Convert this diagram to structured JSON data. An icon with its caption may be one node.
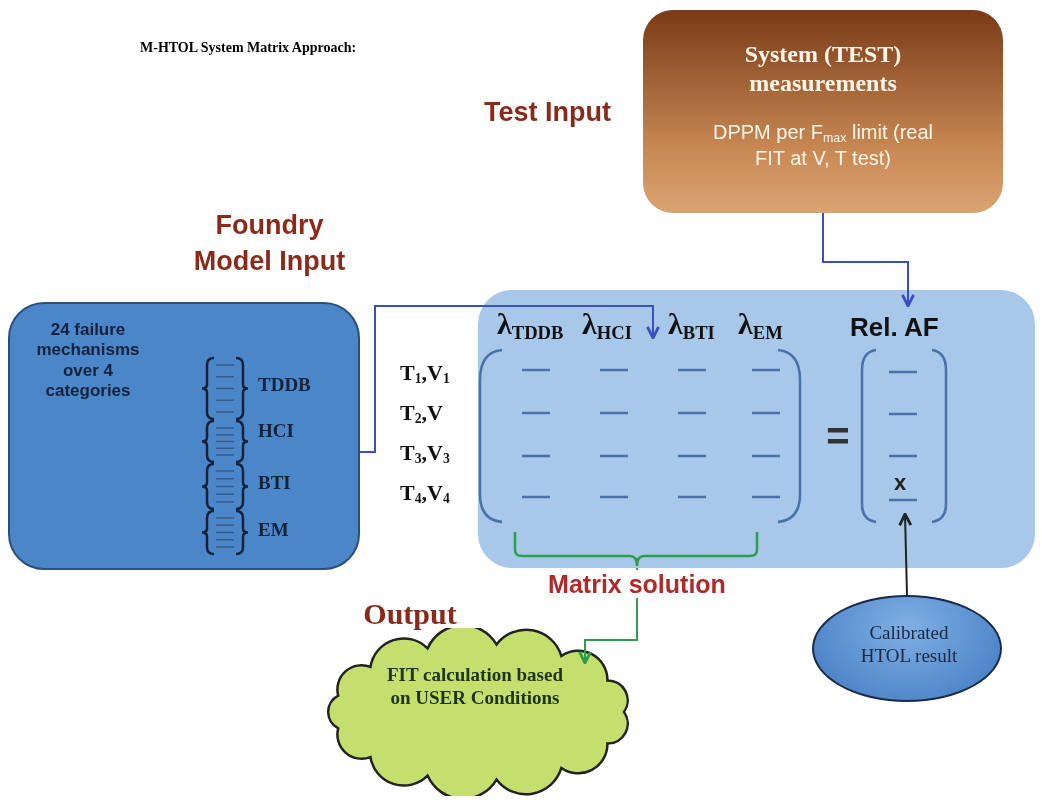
{
  "diagram": {
    "title": "M-HTOL System Matrix Approach:",
    "nodes": [
      {
        "text": [
          "Foundry Model Input",
          "24 failure mechanisms over 4 categories",
          "TDDB",
          "HCI",
          "BTI",
          "EM"
        ]
      },
      {
        "text": [
          "System (TEST) measurements",
          "DPPM per F$_{max}$ limit (real FIT at V, T test)"
        ],
        "beside": [
          "Test Input"
        ]
      },
      {
        "text": [
          "λ$_{TDDB}$",
          "λ$_{HCI}$",
          "λ$_{BTI}$",
          "λ$_{EM}$",
          "=",
          "Rel. AF",
          "x"
        ],
        "beside": [
          "T$_{1}$,V$_{1}$",
          "T$_{2}$,V",
          "T$_{3}$,V$_{3}$",
          "T$_{4}$,V$_{4}$"
        ]
      },
      {
        "text": [
          "Output",
          "FIT calculation based on USER Conditions"
        ]
      },
      {
        "text": [
          "Calibrated HTOL result"
        ]
      }
    ],
    "edges": [
      {
        "from": 0,
        "to": 2,
        "arrow": "to"
      },
      {
        "from": 1,
        "to": 2,
        "arrow": "to"
      },
      {
        "from": 2,
        "to": 3,
        "arrow": "to",
        "label": "Matrix solution",
        "color": "#2e9e4e"
      },
      {
        "from": 4,
        "to": 2,
        "arrow": "to",
        "color": "#222222"
      }
    ]
  }
}
